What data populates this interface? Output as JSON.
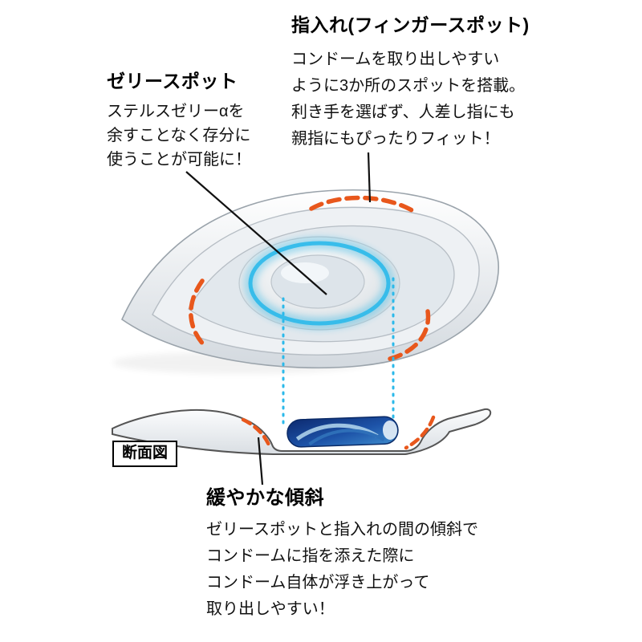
{
  "annotations": {
    "finger_spot": {
      "title": "指入れ(フィンガースポット)",
      "lines": [
        "コンドームを取り出しやすい",
        "ように3か所のスポットを搭載。",
        "利き手を選ばず、人差し指にも",
        "親指にもぴったりフィット！"
      ]
    },
    "jelly_spot": {
      "title": "ゼリースポット",
      "lines": [
        "ステルスゼリーαを",
        "余すことなく存分に",
        "使うことが可能に！"
      ]
    },
    "slope": {
      "title": "緩やかな傾斜",
      "lines": [
        "ゼリースポットと指入れの間の傾斜で",
        "コンドームに指を添えた際に",
        "コンドーム自体が浮き上がって",
        "取り出しやすい！"
      ]
    },
    "cross_section_label": "断面図"
  },
  "colors": {
    "accent_orange": "#E8571C",
    "accent_cyan": "#2BB9EA",
    "condom_navy": "#12327E",
    "line_black": "#111111",
    "tray_edge_gray": "#9AA3AB"
  }
}
